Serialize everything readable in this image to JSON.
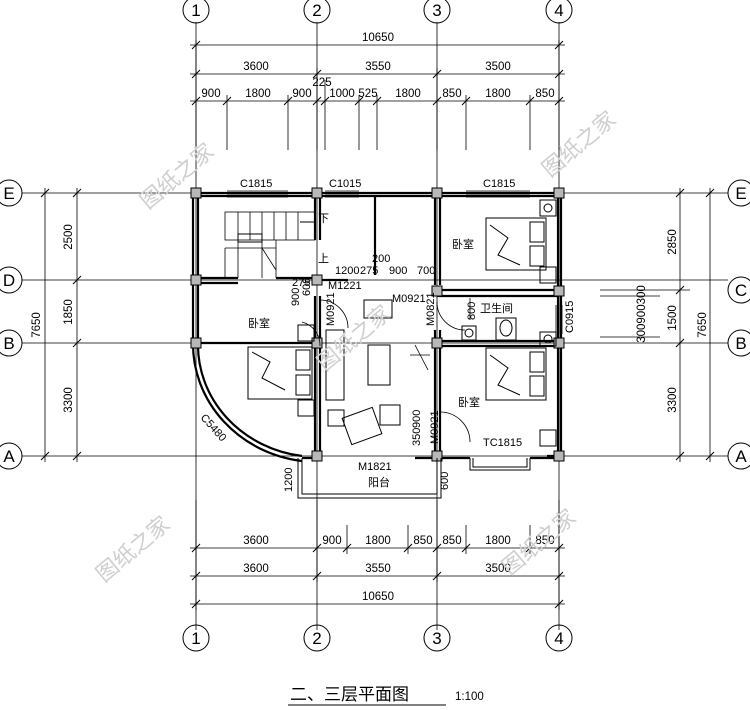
{
  "title": "二、三层平面图",
  "scale": "1:100",
  "watermark": "图纸之家",
  "axes": {
    "columns": [
      "1",
      "2",
      "3",
      "4"
    ],
    "rows": [
      "E",
      "D",
      "C",
      "B",
      "A"
    ]
  },
  "dimensions": {
    "top_total": "10650",
    "top_level2": [
      "3600",
      "3550",
      "3500"
    ],
    "top_level3": [
      "900",
      "1800",
      "900",
      "1000",
      "525",
      "1800",
      "850",
      "1800",
      "850"
    ],
    "top_small": "225",
    "bottom_level1": [
      "3600",
      "900",
      "1800",
      "850",
      "850",
      "1800",
      "850"
    ],
    "bottom_level2": [
      "3600",
      "3550",
      "3500"
    ],
    "bottom_total": "10650",
    "left_total": "7650",
    "left_parts": [
      "2500",
      "1850",
      "3300"
    ],
    "right_total": "7650",
    "right_parts": [
      "2850",
      "1500",
      "3300"
    ],
    "right_small": "300900300",
    "inner": [
      "275",
      "1200",
      "275",
      "900",
      "700",
      "200",
      "800",
      "300",
      "900",
      "600",
      "350",
      "900",
      "600",
      "1200"
    ]
  },
  "labels": {
    "win_c1815_a": "C1815",
    "win_c1015": "C1015",
    "win_c1815_b": "C1815",
    "win_c0915": "C0915",
    "win_tc1815": "TC1815",
    "door_m1221": "M1221",
    "door_m0921_a": "M0921",
    "door_m0921_b": "M0921",
    "door_m0921_c": "M0921",
    "door_m0821": "M0821",
    "door_m1821": "M1821",
    "arc_c5480": "C5480",
    "stair_down": "下",
    "stair_up": "上",
    "bedroom_1": "卧室",
    "bedroom_2": "卧室",
    "bedroom_3": "卧室",
    "bathroom": "卫生间",
    "balcony": "阳台"
  }
}
